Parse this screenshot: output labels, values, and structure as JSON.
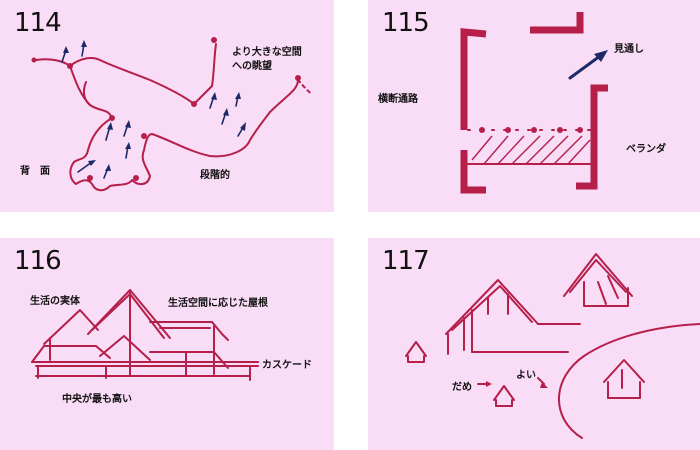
{
  "panels": [
    {
      "number": "114",
      "labels": {
        "view": "より大きな空間\nへの眺望",
        "back": "背　面",
        "stepped": "段階的"
      }
    },
    {
      "number": "115",
      "labels": {
        "view": "見通し",
        "passage": "横断通路",
        "veranda": "ベランダ"
      }
    },
    {
      "number": "116",
      "labels": {
        "body": "生活の実体",
        "roof": "生活空間に応じた屋根",
        "cascade": "カスケード",
        "highest": "中央が最も高い"
      }
    },
    {
      "number": "117",
      "labels": {
        "bad": "だめ",
        "good": "よい"
      }
    }
  ],
  "colors": {
    "panel_bg": "#f9dcf6",
    "ink": "#b51f4a",
    "arrow": "#1d2a66"
  }
}
